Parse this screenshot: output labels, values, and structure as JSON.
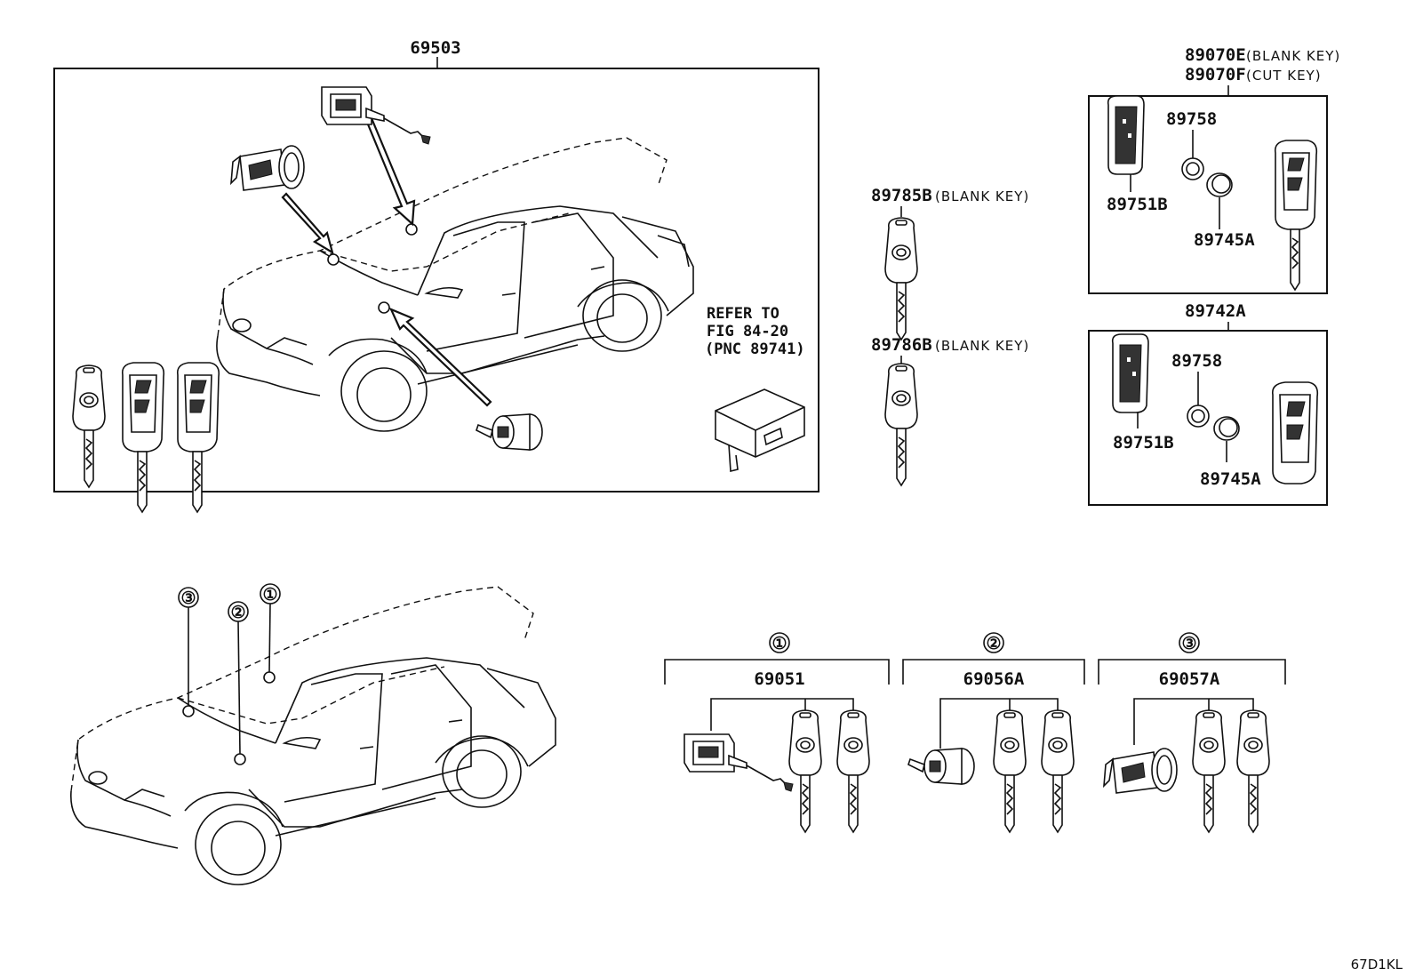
{
  "diagram": {
    "main_assembly": {
      "part_no": "69503"
    },
    "refer_note": {
      "line1": "REFER TO",
      "line2": "FIG 84-20",
      "line3": "(PNC 89741)"
    },
    "blank_keys": [
      {
        "part_no": "89785B",
        "note": "(BLANK KEY)"
      },
      {
        "part_no": "89786B",
        "note": "(BLANK KEY)"
      }
    ],
    "remote_key_upper": {
      "part_no_1": "89070E",
      "note_1": "(BLANK KEY)",
      "part_no_2": "89070F",
      "note_2": "(CUT KEY)",
      "components": [
        "89758",
        "89751B",
        "89745A"
      ]
    },
    "remote_key_lower": {
      "part_no": "89742A",
      "components": [
        "89758",
        "89751B",
        "89745A"
      ]
    },
    "location_markers": [
      "③",
      "②",
      "①"
    ],
    "cylinder_sets": [
      {
        "marker": "①",
        "part_no": "69051"
      },
      {
        "marker": "②",
        "part_no": "69056A"
      },
      {
        "marker": "③",
        "part_no": "69057A"
      }
    ],
    "figure_code": "67D1KL"
  }
}
